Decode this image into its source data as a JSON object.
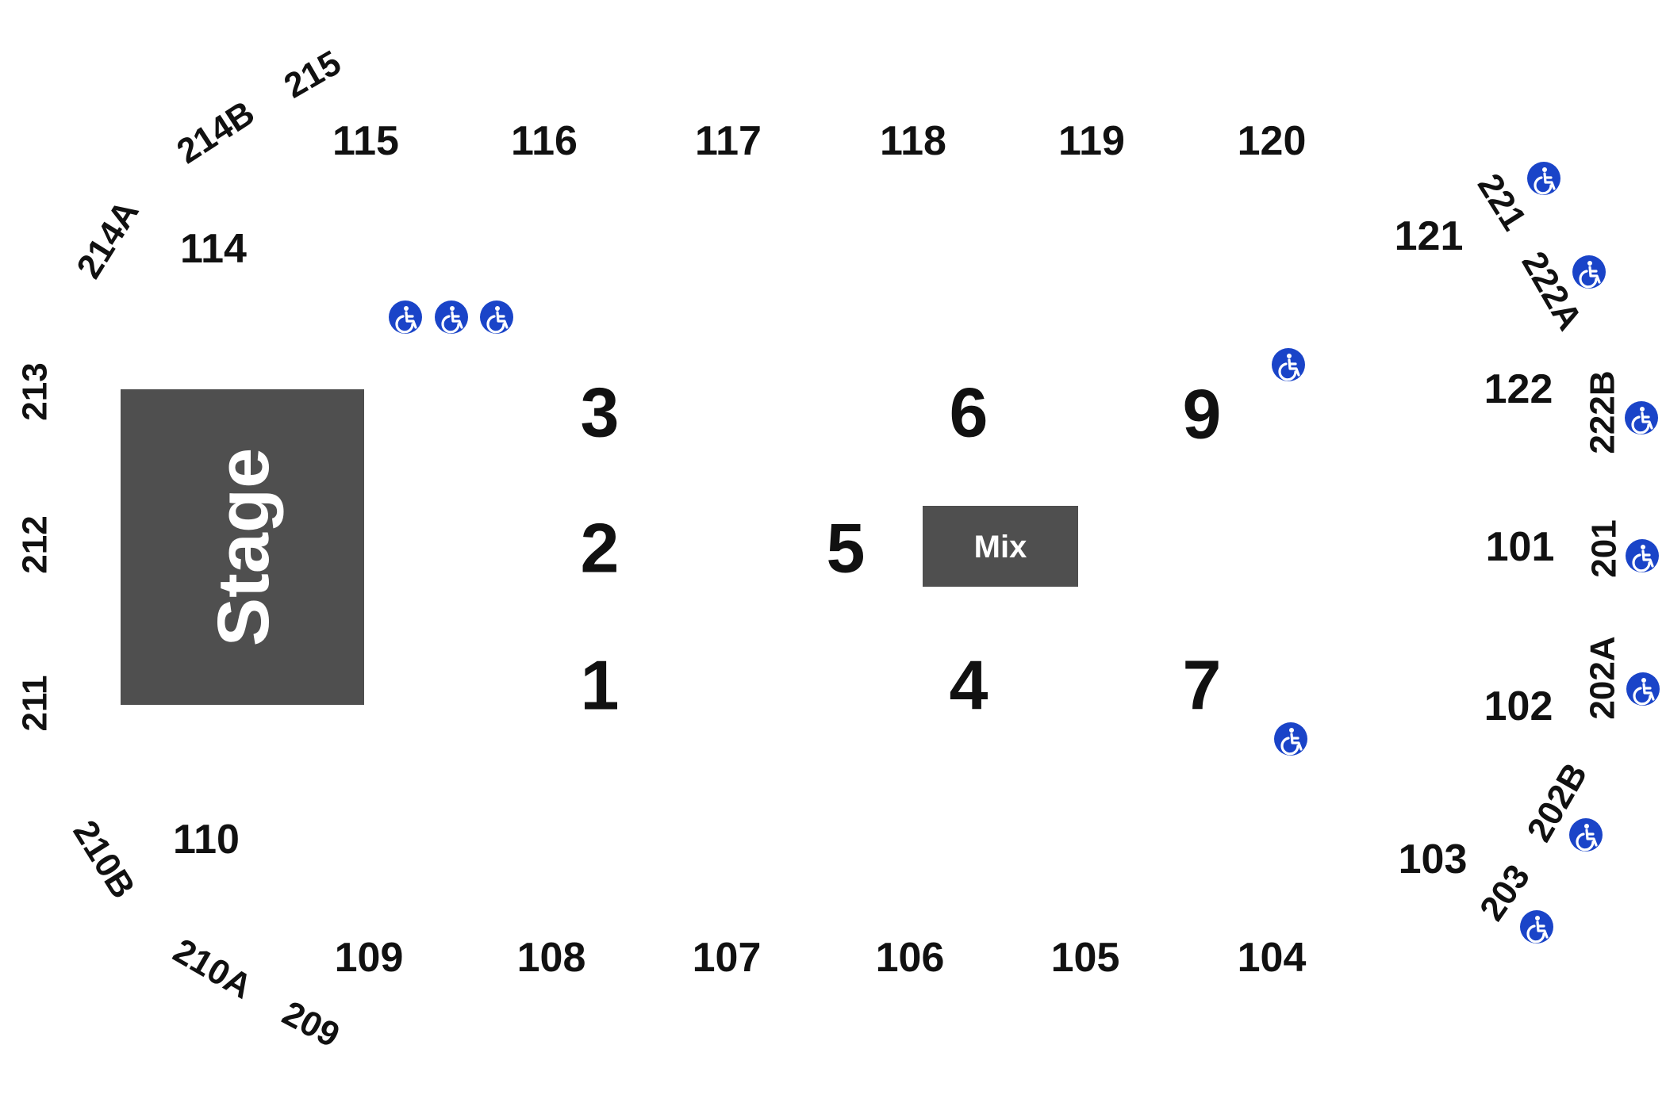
{
  "venue_map": {
    "stage_label": "Stage",
    "mix_label": "Mix",
    "floor_sections": [
      "1",
      "2",
      "3",
      "4",
      "5",
      "6",
      "7",
      "9"
    ],
    "lower_sections": [
      "101",
      "102",
      "103",
      "104",
      "105",
      "106",
      "107",
      "108",
      "109",
      "110",
      "114",
      "115",
      "116",
      "117",
      "118",
      "119",
      "120",
      "121",
      "122"
    ],
    "upper_sections": [
      "201",
      "202A",
      "202B",
      "203",
      "209",
      "210A",
      "210B",
      "211",
      "212",
      "213",
      "214A",
      "214B",
      "215",
      "221",
      "222A",
      "222B"
    ],
    "accessible_seating_icon": "wheelchair-icon",
    "colors": {
      "stage": "#4f4f4f",
      "mix": "#4f4f4f",
      "accessible": "#1a44c8",
      "labels": "#111111"
    }
  }
}
